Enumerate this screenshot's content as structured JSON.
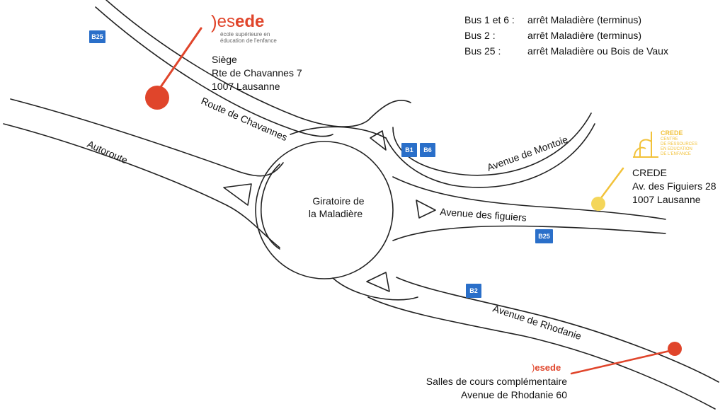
{
  "legend": [
    {
      "bus": "Bus 1 et 6 :",
      "stop": "arrêt Maladière (terminus)"
    },
    {
      "bus": "Bus 2 :",
      "stop": "arrêt Maladière (terminus)"
    },
    {
      "bus": "Bus 25 :",
      "stop": "arrêt Maladière ou Bois de Vaux"
    }
  ],
  "esede_logo": {
    "word_plain": "es",
    "word_bold": "ede",
    "tagline_1": "école supérieure en",
    "tagline_2": "éducation de l'enfance"
  },
  "siege": {
    "line1": "Siège",
    "line2": "Rte de Chavannes 7",
    "line3": "1007 Lausanne"
  },
  "crede_logo": {
    "word": "CREDE",
    "tagline_1": "CENTRE",
    "tagline_2": "DE RESSOURCES",
    "tagline_3": "EN EDUCATION",
    "tagline_4": "DE L'ENFANCE"
  },
  "crede": {
    "line1": "CREDE",
    "line2": "Av. des Figuiers 28",
    "line3": "1007 Lausanne"
  },
  "rhodanie": {
    "logo": "esede",
    "line1": "Salles de cours complémentaire",
    "line2": "Avenue de Rhodanie 60"
  },
  "roundabout": {
    "line1": "Giratoire de",
    "line2": "la Maladière"
  },
  "roads": {
    "chavannes": "Route de Chavannes",
    "autoroute": "Autoroute",
    "montoie": "Avenue de Montoie",
    "figuiers": "Avenue des figuiers",
    "rhodanie": "Avenue de Rhodanie"
  },
  "bus_stops": {
    "b25_top": "B25",
    "b1": "B1",
    "b6": "B6",
    "b25_mid": "B25",
    "b2": "B2"
  },
  "colors": {
    "esede": "#e0452b",
    "crede": "#f2c23a",
    "bus": "#2a6fc9"
  }
}
